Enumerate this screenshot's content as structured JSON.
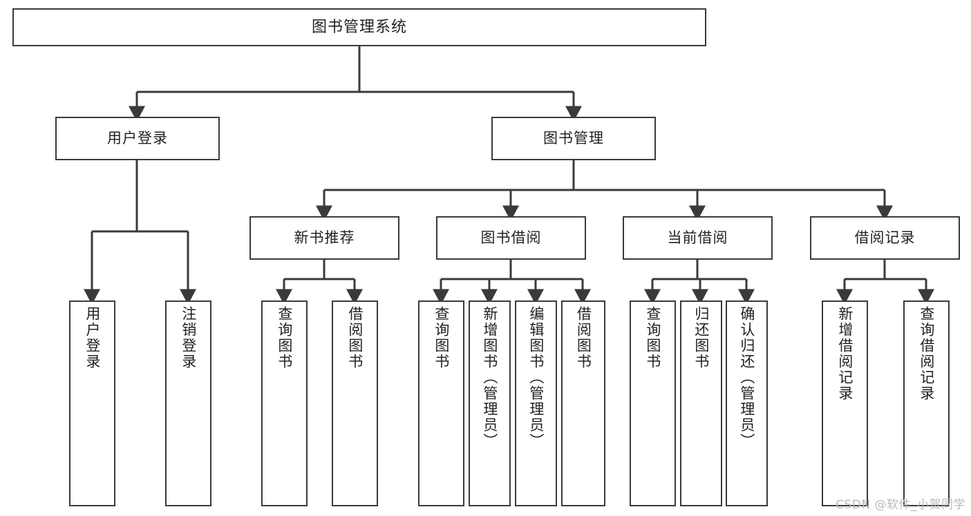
{
  "diagram": {
    "title": "图书管理系统",
    "type": "hierarchy-tree",
    "watermark": "CSDN @软件_小贺同学",
    "colors": {
      "stroke": "#3a3a3a",
      "fill": "#ffffff",
      "text": "#222222",
      "watermark": "#b9b9b9"
    },
    "levels": [
      {
        "level": 0,
        "nodes": [
          {
            "id": "root",
            "label": "图书管理系统",
            "orientation": "horizontal"
          }
        ]
      },
      {
        "level": 1,
        "nodes": [
          {
            "id": "user-login",
            "label": "用户登录",
            "orientation": "horizontal"
          },
          {
            "id": "book-manage",
            "label": "图书管理",
            "orientation": "horizontal"
          }
        ]
      },
      {
        "level": 2,
        "nodes": [
          {
            "id": "new-book-rec",
            "label": "新书推荐",
            "orientation": "horizontal"
          },
          {
            "id": "book-borrow",
            "label": "图书借阅",
            "orientation": "horizontal"
          },
          {
            "id": "current-borrow",
            "label": "当前借阅",
            "orientation": "horizontal"
          },
          {
            "id": "borrow-record",
            "label": "借阅记录",
            "orientation": "horizontal"
          }
        ]
      },
      {
        "level": 3,
        "nodes": [
          {
            "id": "leaf-user-login",
            "label": "用户登录",
            "orientation": "vertical",
            "parent": "user-login"
          },
          {
            "id": "leaf-user-logout",
            "label": "注销登录",
            "orientation": "vertical",
            "parent": "user-login"
          },
          {
            "id": "leaf-query-book-1",
            "label": "查询图书",
            "orientation": "vertical",
            "parent": "new-book-rec"
          },
          {
            "id": "leaf-borrow-book-1",
            "label": "借阅图书",
            "orientation": "vertical",
            "parent": "new-book-rec"
          },
          {
            "id": "leaf-query-book-2",
            "label": "查询图书",
            "orientation": "vertical",
            "parent": "book-borrow"
          },
          {
            "id": "leaf-add-book",
            "label": "新增图书（管理员）",
            "orientation": "vertical",
            "parent": "book-borrow"
          },
          {
            "id": "leaf-edit-book",
            "label": "编辑图书（管理员）",
            "orientation": "vertical",
            "parent": "book-borrow"
          },
          {
            "id": "leaf-borrow-book-2",
            "label": "借阅图书",
            "orientation": "vertical",
            "parent": "book-borrow"
          },
          {
            "id": "leaf-query-book-3",
            "label": "查询图书",
            "orientation": "vertical",
            "parent": "current-borrow"
          },
          {
            "id": "leaf-return-book",
            "label": "归还图书",
            "orientation": "vertical",
            "parent": "current-borrow"
          },
          {
            "id": "leaf-confirm-return",
            "label": "确认归还（管理员）",
            "orientation": "vertical",
            "parent": "current-borrow"
          },
          {
            "id": "leaf-add-record",
            "label": "新增借阅记录",
            "orientation": "vertical",
            "parent": "borrow-record"
          },
          {
            "id": "leaf-query-record",
            "label": "查询借阅记录",
            "orientation": "vertical",
            "parent": "borrow-record"
          }
        ]
      }
    ]
  }
}
